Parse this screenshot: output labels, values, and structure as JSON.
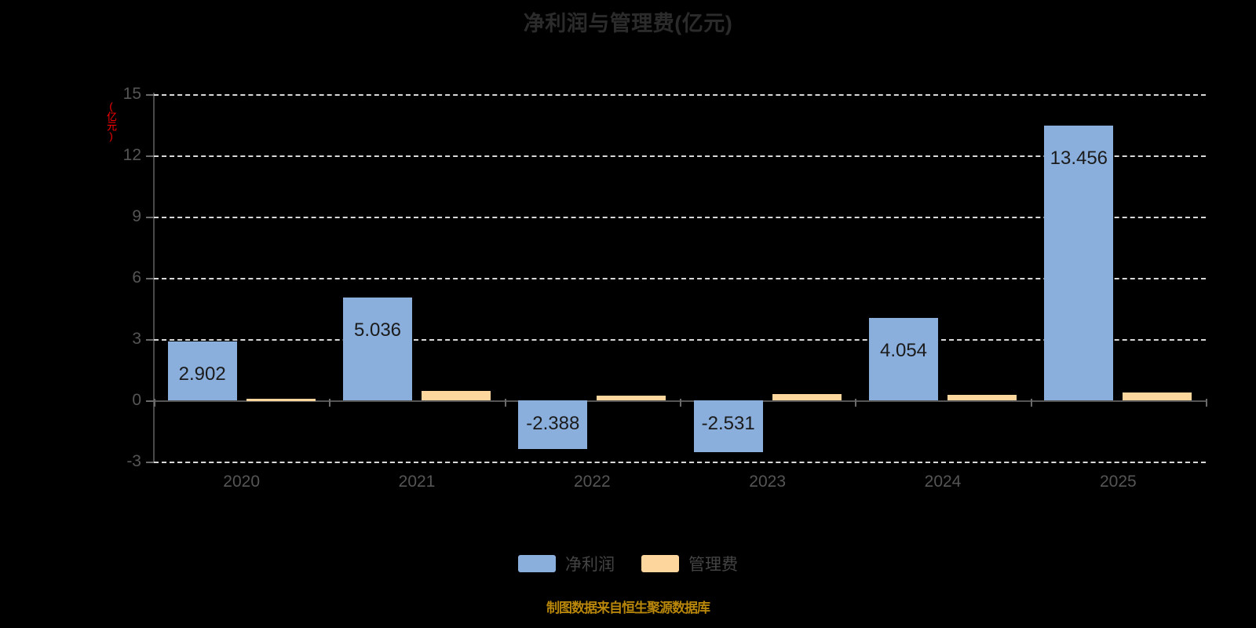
{
  "chart_data": {
    "type": "bar",
    "title": "净利润与管理费(亿元)",
    "xlabel": "",
    "ylabel": "(亿元)",
    "categories": [
      "2020",
      "2021",
      "2022",
      "2023",
      "2024",
      "2025"
    ],
    "series": [
      {
        "name": "净利润",
        "color": "#8aafdc",
        "values": [
          2.902,
          5.036,
          -2.388,
          -2.531,
          4.054,
          13.456
        ],
        "labels": [
          "2.902",
          "5.036",
          "-2.388",
          "-2.531",
          "4.054",
          "13.456"
        ]
      },
      {
        "name": "管理费",
        "color": "#fdd69e",
        "values": [
          0.09,
          0.48,
          0.25,
          0.32,
          0.28,
          0.38
        ],
        "labels": [
          "",
          "",
          "",
          "",
          "",
          ""
        ]
      }
    ],
    "yticks": [
      "15",
      "12",
      "9",
      "6",
      "3",
      "0",
      "-3"
    ],
    "ytick_values": [
      15,
      12,
      9,
      6,
      3,
      0,
      -3
    ],
    "ylim": [
      -3,
      15
    ],
    "grid": true,
    "legend_position": "bottom"
  },
  "footer": {
    "source_note": "制图数据来自恒生聚源数据库"
  },
  "colors": {
    "net_profit": "#8aafdc",
    "admin_cost": "#fdd69e",
    "background": "#000000",
    "title": "#2b2b2b",
    "axis_text": "#555555",
    "yaxis_title": "#ff0000",
    "footer": "#b8860b"
  }
}
